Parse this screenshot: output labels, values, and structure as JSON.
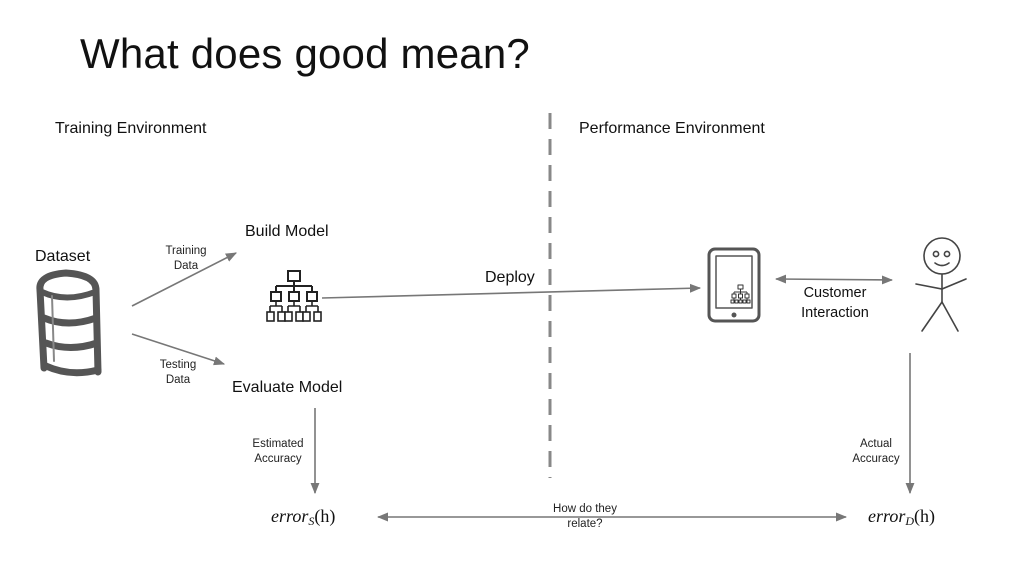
{
  "title": "What does good mean?",
  "training_env": "Training Environment",
  "performance_env": "Performance Environment",
  "dataset": "Dataset",
  "training_data": [
    "Training",
    "Data"
  ],
  "testing_data": [
    "Testing",
    "Data"
  ],
  "build_model": "Build Model",
  "evaluate_model": "Evaluate Model",
  "deploy": "Deploy",
  "customer_interaction": [
    "Customer",
    "Interaction"
  ],
  "estimated_accuracy": [
    "Estimated",
    "Accuracy"
  ],
  "actual_accuracy": [
    "Actual",
    "Accuracy"
  ],
  "relate": [
    "How do they",
    "relate?"
  ],
  "error_s": {
    "base": "error",
    "sub": "S",
    "arg": "(h)"
  },
  "error_d": {
    "base": "error",
    "sub": "D",
    "arg": "(h)"
  }
}
